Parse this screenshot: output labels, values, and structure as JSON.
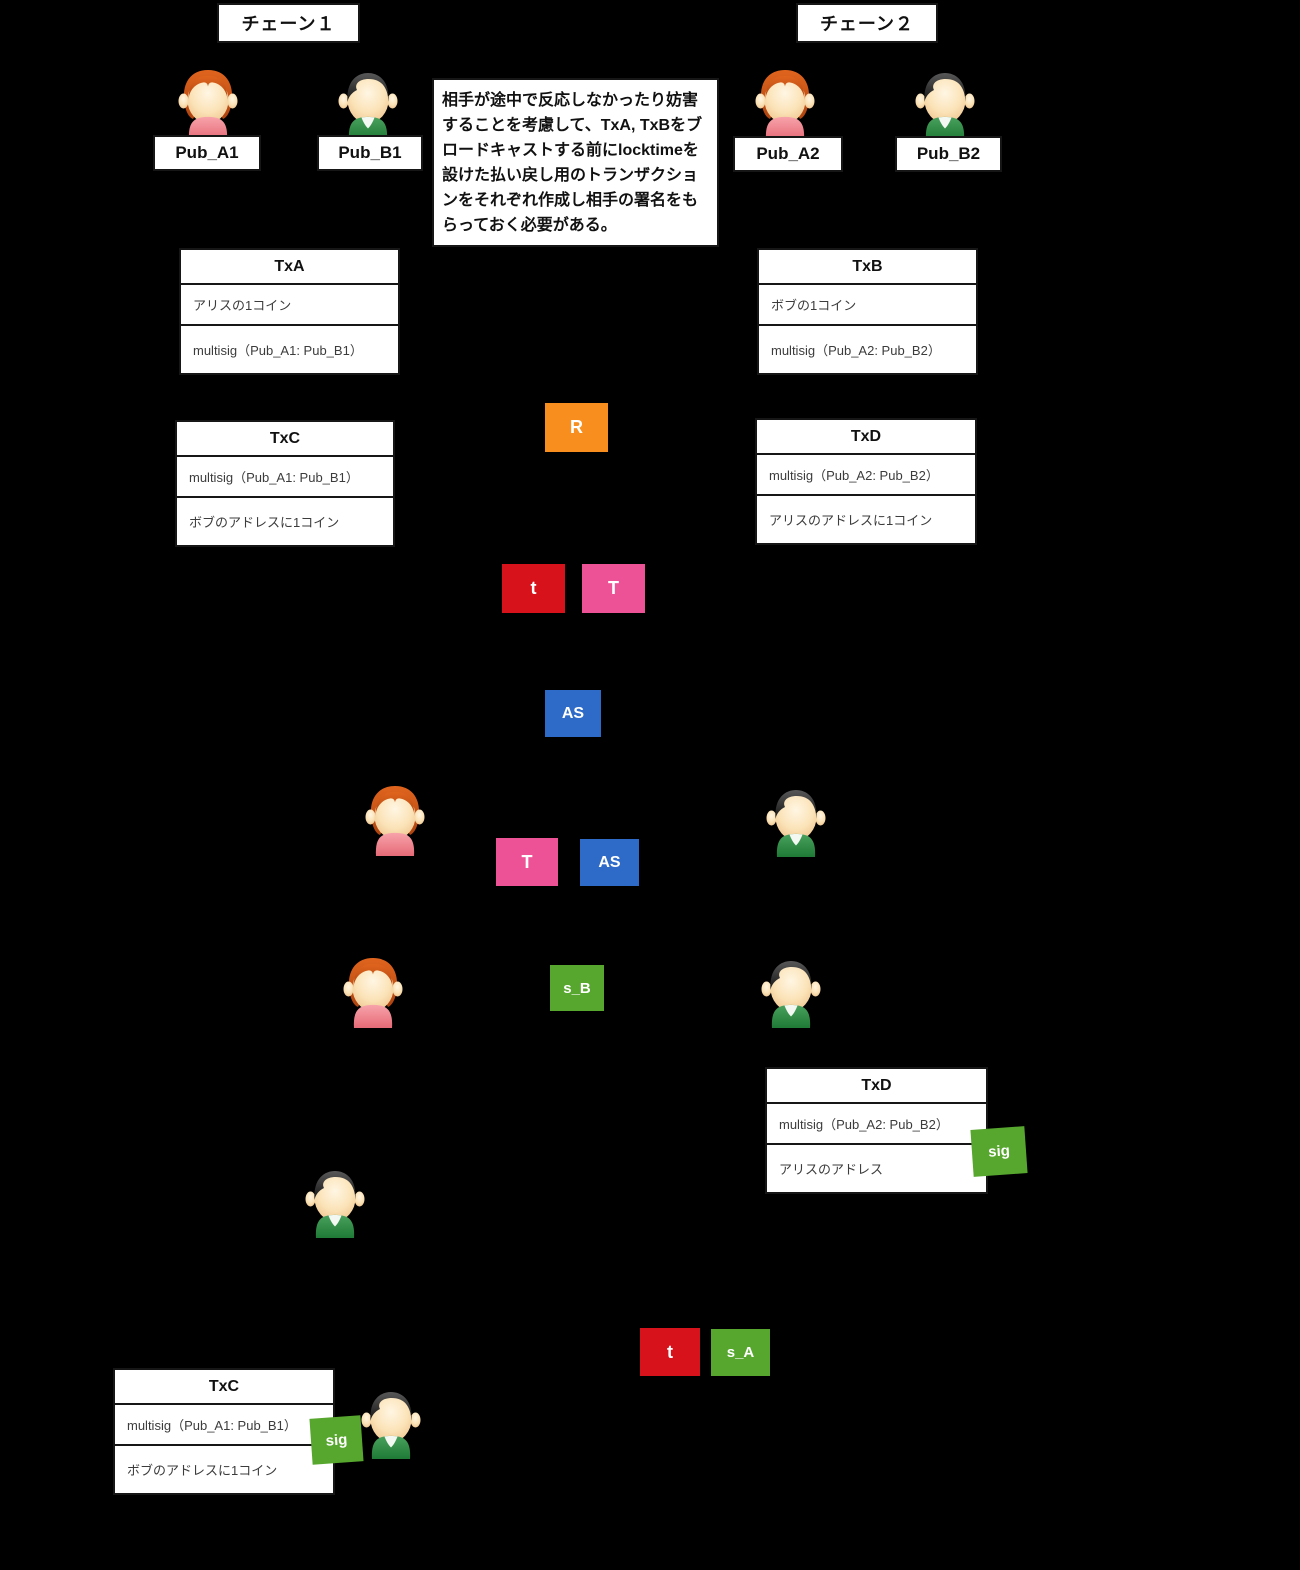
{
  "chains": {
    "chain1": "チェーン１",
    "chain2": "チェーン２"
  },
  "actors": {
    "pub_a1": "Pub_A1",
    "pub_b1": "Pub_B1",
    "pub_a2": "Pub_A2",
    "pub_b2": "Pub_B2"
  },
  "note": {
    "text": "相手が途中で反応しなかったり妨害することを考慮して、TxA, TxBをブロードキャストする前にlocktimeを設けた払い戻し用のトランザクションをそれぞれ作成し相手の署名をもらっておく必要がある。"
  },
  "tables": {
    "txa": {
      "title": "TxA",
      "rows": [
        "アリスの1コイン",
        "multisig（Pub_A1: Pub_B1）"
      ]
    },
    "txb": {
      "title": "TxB",
      "rows": [
        "ボブの1コイン",
        "multisig（Pub_A2: Pub_B2）"
      ]
    },
    "txc": {
      "title": "TxC",
      "rows": [
        "multisig（Pub_A1: Pub_B1）",
        "ボブのアドレスに1コイン"
      ]
    },
    "txd": {
      "title": "TxD",
      "rows": [
        "multisig（Pub_A2: Pub_B2）",
        "アリスのアドレスに1コイン"
      ]
    },
    "txd_signed": {
      "title": "TxD",
      "rows": [
        "multisig（Pub_A2: Pub_B2）",
        "アリスのアドレス"
      ]
    },
    "txc_signed": {
      "title": "TxC",
      "rows": [
        "multisig（Pub_A1: Pub_B1）",
        "ボブのアドレスに1コイン"
      ]
    }
  },
  "badges": {
    "r": "R",
    "t_lower": "t",
    "t_upper": "T",
    "as": "AS",
    "s_b": "s_B",
    "s_a": "s_A",
    "sig": "sig"
  },
  "colors": {
    "orange": "#F78E1E",
    "red": "#D8121A",
    "pink": "#EE5296",
    "blue": "#2E6BC8",
    "green": "#57A72F"
  }
}
